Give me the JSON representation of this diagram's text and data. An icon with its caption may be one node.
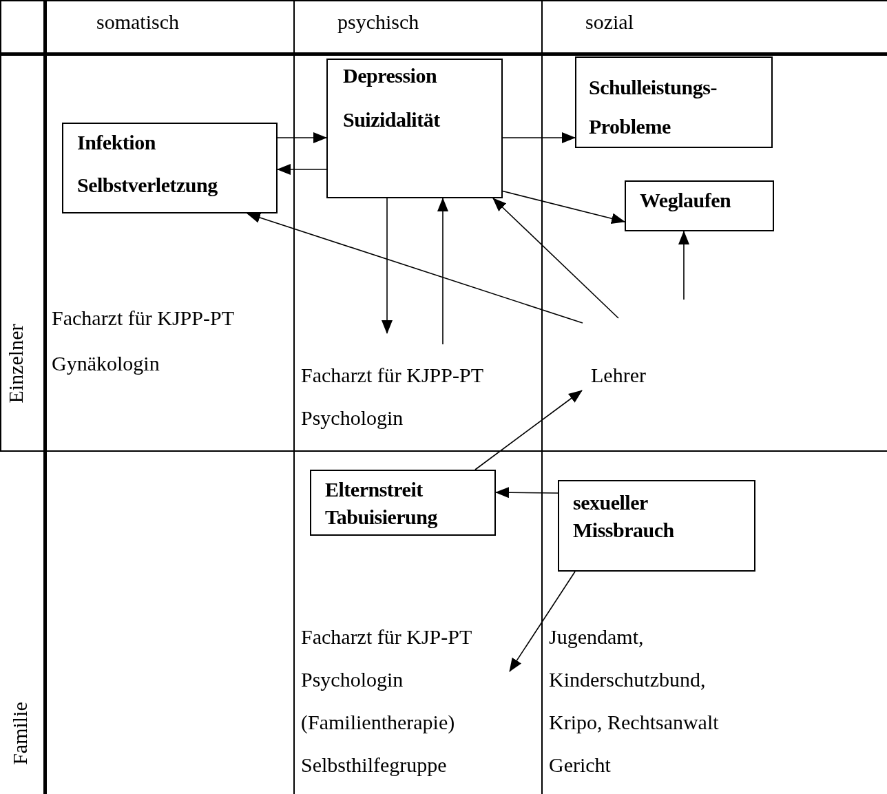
{
  "diagram": {
    "nodes": [
      {
        "text": [
          "Infektion",
          "Selbstverletzung"
        ]
      },
      {
        "text": [
          "Depression",
          "Suizidalität"
        ]
      },
      {
        "text": [
          "Schulleistungs- Probleme"
        ]
      },
      {
        "text": [
          "Weglaufen"
        ]
      },
      {
        "text": [
          "Facharzt für KJPP-PT",
          "Psychologin"
        ]
      },
      {
        "text": [
          "Lehrer"
        ]
      },
      {
        "text": [
          "Elternstreit",
          "Tabuisierung"
        ]
      },
      {
        "text": [
          "sexueller",
          "Missbrauch"
        ]
      },
      {
        "text": [
          "Facharzt für KJP-PT",
          "Psychologin",
          "(Familientherapie)",
          "Selbsthilfegruppe"
        ]
      }
    ],
    "edges": [
      {
        "from": 0,
        "to": 1,
        "arrow": "to"
      },
      {
        "from": 1,
        "to": 0,
        "arrow": "to"
      },
      {
        "from": 1,
        "to": 2,
        "arrow": "to"
      },
      {
        "from": 1,
        "to": 3,
        "arrow": "to"
      },
      {
        "from": 1,
        "to": 4,
        "arrow": "to"
      },
      {
        "from": 4,
        "to": 1,
        "arrow": "to"
      },
      {
        "from": 5,
        "to": 0,
        "arrow": "to"
      },
      {
        "from": 5,
        "to": 1,
        "arrow": "to"
      },
      {
        "from": null,
        "to": 3,
        "arrow": "to"
      },
      {
        "from": 6,
        "to": 5,
        "arrow": "to"
      },
      {
        "from": 7,
        "to": 6,
        "arrow": "to"
      },
      {
        "from": 7,
        "to": 8,
        "arrow": "to"
      }
    ],
    "labels": [
      "somatisch",
      "psychisch",
      "sozial",
      "Einzelner",
      "Facharzt für KJPP-PT",
      "Gynäkologin",
      "Familie",
      "Jugendamt,",
      "Kinderschutzbund,",
      "Kripo, Rechtsanwalt",
      "Gericht"
    ]
  }
}
